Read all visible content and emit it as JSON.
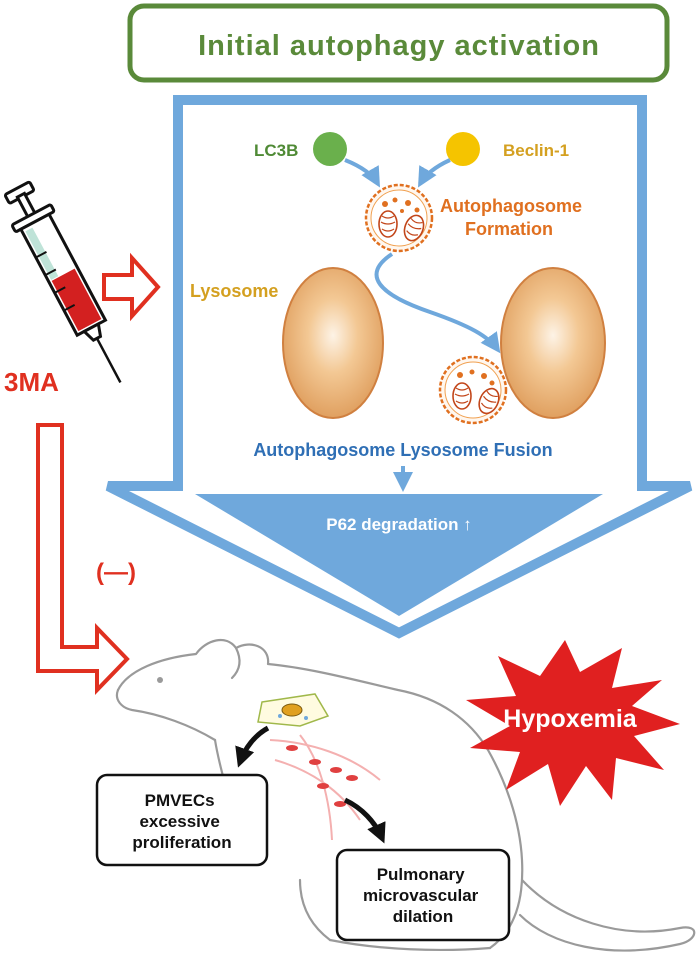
{
  "title": "Initial autophagy activation",
  "colors": {
    "title_green": "#5a8a3a",
    "arrow_blue": "#6fa8dc",
    "arrow_blue_dark": "#4a86c5",
    "text_blue": "#2f6fb5",
    "lc3b_green": "#6ab04c",
    "beclin_yellow": "#f5c400",
    "orange_text": "#e07020",
    "lysosome_gold": "#d4a020",
    "inhibitor_red": "#e03020",
    "burst_red": "#e02020"
  },
  "markers": {
    "lc3b": "LC3B",
    "beclin1": "Beclin-1"
  },
  "autophagosome_formation": [
    "Autophagosome",
    "Formation"
  ],
  "lysosome_label": "Lysosome",
  "fusion_label": "Autophagosome Lysosome Fusion",
  "degradation_label": "P62 degradation ↑",
  "inhibitor": {
    "name": "3MA",
    "effect": "(—)"
  },
  "hypoxemia": "Hypoxemia",
  "outcome_boxes": {
    "pmvecs": [
      "PMVECs",
      "excessive",
      "proliferation"
    ],
    "dilation": [
      "Pulmonary",
      "microvascular",
      "dilation"
    ]
  },
  "icons": [
    "syringe-icon",
    "rat-outline",
    "endothelial-cell-icon",
    "blood-vessel-icon",
    "autophagosome-icon",
    "lysosome-icon",
    "mitochondrion-icon"
  ]
}
